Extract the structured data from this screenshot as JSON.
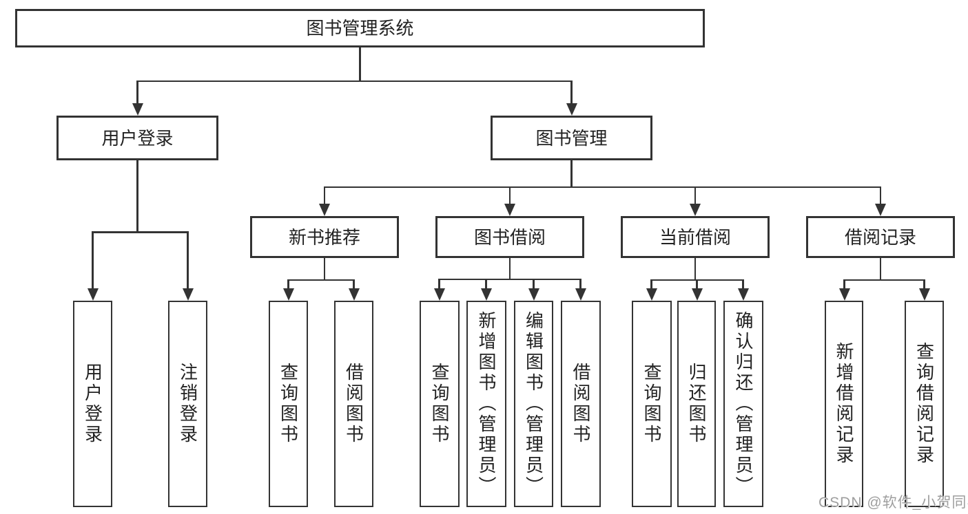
{
  "nodes": {
    "root": {
      "label": "图书管理系统"
    },
    "l1": [
      {
        "label": "用户登录"
      },
      {
        "label": "图书管理"
      }
    ],
    "l2": [
      {
        "label": "新书推荐"
      },
      {
        "label": "图书借阅"
      },
      {
        "label": "当前借阅"
      },
      {
        "label": "借阅记录"
      }
    ],
    "l3": {
      "userLogin": [
        {
          "label": "用户登录"
        },
        {
          "label": "注销登录"
        }
      ],
      "newBooks": [
        {
          "label": "查询图书"
        },
        {
          "label": "借阅图书"
        }
      ],
      "bookBorrow": [
        {
          "label": "查询图书"
        },
        {
          "label": "新增图书（管理员）"
        },
        {
          "label": "编辑图书（管理员）"
        },
        {
          "label": "借阅图书"
        }
      ],
      "currentBorrow": [
        {
          "label": "查询图书"
        },
        {
          "label": "归还图书"
        },
        {
          "label": "确认归还（管理员）"
        }
      ],
      "borrowRecords": [
        {
          "label": "新增借阅记录"
        },
        {
          "label": "查询借阅记录"
        }
      ]
    }
  },
  "watermark": {
    "text": "CSDN @软件_小贺同学"
  },
  "colors": {
    "line": "#333333",
    "text": "#222222",
    "watermark": "#9e9e9e",
    "background": "#ffffff"
  }
}
